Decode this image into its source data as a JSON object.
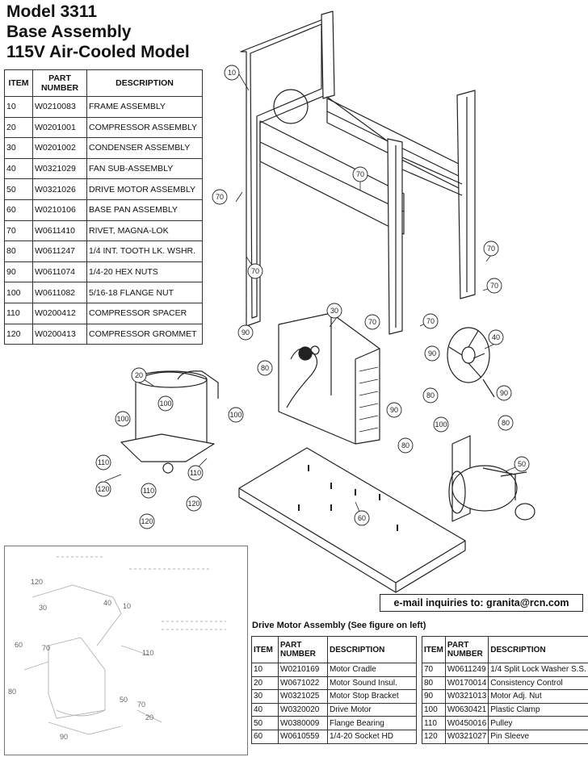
{
  "title": {
    "line1": "Model 3311",
    "line2": "Base Assembly",
    "line3": "115V Air-Cooled Model"
  },
  "parts_table": {
    "headers": {
      "item": "ITEM",
      "part_number": "PART NUMBER",
      "description": "DESCRIPTION"
    },
    "rows": [
      {
        "item": "10",
        "part": "W0210083",
        "desc": "FRAME ASSEMBLY"
      },
      {
        "item": "20",
        "part": "W0201001",
        "desc": "COMPRESSOR ASSEMBLY"
      },
      {
        "item": "30",
        "part": "W0201002",
        "desc": "CONDENSER ASSEMBLY"
      },
      {
        "item": "40",
        "part": "W0321029",
        "desc": "FAN SUB-ASSEMBLY"
      },
      {
        "item": "50",
        "part": "W0321026",
        "desc": "DRIVE MOTOR ASSEMBLY"
      },
      {
        "item": "60",
        "part": "W0210106",
        "desc": "BASE PAN ASSEMBLY"
      },
      {
        "item": "70",
        "part": "W0611410",
        "desc": "RIVET, MAGNA-LOK"
      },
      {
        "item": "80",
        "part": "W0611247",
        "desc": "1/4 INT. TOOTH LK. WSHR."
      },
      {
        "item": "90",
        "part": "W0611074",
        "desc": "1/4-20 HEX NUTS"
      },
      {
        "item": "100",
        "part": "W0611082",
        "desc": "5/16-18 FLANGE NUT"
      },
      {
        "item": "110",
        "part": "W0200412",
        "desc": "COMPRESSOR SPACER"
      },
      {
        "item": "120",
        "part": "W0200413",
        "desc": "COMPRESSOR GROMMET"
      }
    ]
  },
  "email": "e-mail inquiries to:  granita@rcn.com",
  "drive_motor": {
    "heading": "Drive Motor Assembly (See figure on left)",
    "headers": {
      "item": "ITEM",
      "part_number": "PART NUMBER",
      "description": "DESCRIPTION"
    },
    "left_rows": [
      {
        "item": "10",
        "part": "W0210169",
        "desc": "Motor Cradle"
      },
      {
        "item": "20",
        "part": "W0671022",
        "desc": "Motor Sound Insul."
      },
      {
        "item": "30",
        "part": "W0321025",
        "desc": "Motor Stop Bracket"
      },
      {
        "item": "40",
        "part": "W0320020",
        "desc": "Drive Motor"
      },
      {
        "item": "50",
        "part": "W0380009",
        "desc": "Flange Bearing"
      },
      {
        "item": "60",
        "part": "W0610559",
        "desc": "1/4-20 Socket HD"
      }
    ],
    "right_rows": [
      {
        "item": "70",
        "part": "W0611249",
        "desc": "1/4 Split Lock Washer S.S."
      },
      {
        "item": "80",
        "part": "W0170014",
        "desc": "Consistency Control"
      },
      {
        "item": "90",
        "part": "W0321013",
        "desc": "Motor Adj. Nut"
      },
      {
        "item": "100",
        "part": "W0630421",
        "desc": "Plastic Clamp"
      },
      {
        "item": "110",
        "part": "W0450016",
        "desc": "Pulley"
      },
      {
        "item": "120",
        "part": "W0321027",
        "desc": "Pin Sleeve"
      }
    ]
  },
  "callouts": {
    "c10": "10",
    "c20": "20",
    "c30": "30",
    "c40": "40",
    "c50": "50",
    "c60": "60",
    "c70": "70",
    "c80": "80",
    "c90": "90",
    "c100": "100",
    "c110": "110",
    "c120": "120"
  },
  "inset_callouts": {
    "i120": "120",
    "i40": "40",
    "i10": "10",
    "i30": "30",
    "i60": "60",
    "i70": "70",
    "i80": "80",
    "i50": "50",
    "i20": "20",
    "i90": "90",
    "i110": "110"
  }
}
